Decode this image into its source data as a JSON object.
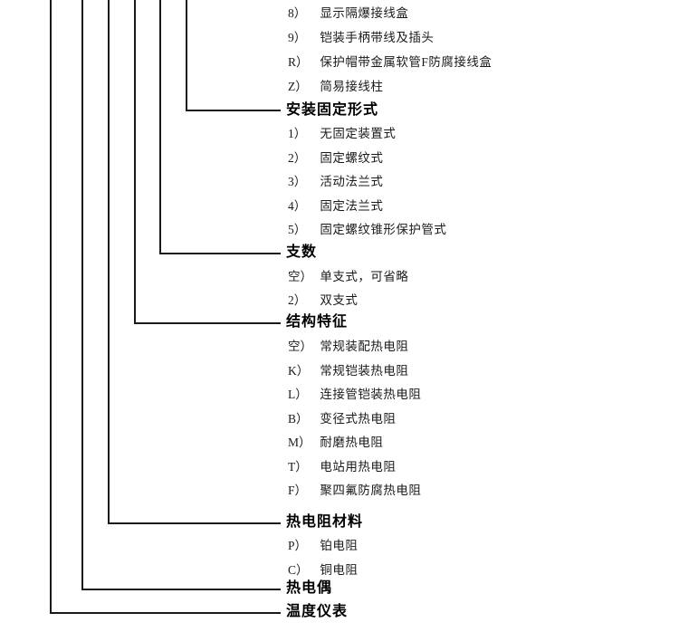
{
  "page": {
    "background_color": "#ffffff",
    "text_color": "#1a1a1a",
    "line_color": "#1a1a1a"
  },
  "sections": [
    {
      "heading": null,
      "items": [
        {
          "code": "8）",
          "label": "显示隔爆接线盒"
        },
        {
          "code": "9）",
          "label": "铠装手柄带线及插头"
        },
        {
          "code": "R）",
          "label": "保护帽带金属软管F防腐接线盒"
        },
        {
          "code": "Z）",
          "label": "简易接线柱"
        }
      ]
    },
    {
      "heading": "安装固定形式",
      "items": [
        {
          "code": "1）",
          "label": "无固定装置式"
        },
        {
          "code": "2）",
          "label": "固定螺纹式"
        },
        {
          "code": "3）",
          "label": "活动法兰式"
        },
        {
          "code": "4）",
          "label": "固定法兰式"
        },
        {
          "code": "5）",
          "label": "固定螺纹锥形保护管式"
        }
      ]
    },
    {
      "heading": "支数",
      "items": [
        {
          "code": "空）",
          "label": "单支式，可省略"
        },
        {
          "code": "2）",
          "label": "双支式"
        }
      ]
    },
    {
      "heading": "结构特征",
      "items": [
        {
          "code": "空）",
          "label": "常规装配热电阻"
        },
        {
          "code": "K）",
          "label": "常规铠装热电阻"
        },
        {
          "code": "L）",
          "label": "连接管铠装热电阻"
        },
        {
          "code": "B）",
          "label": "变径式热电阻"
        },
        {
          "code": "M）",
          "label": "耐磨热电阻"
        },
        {
          "code": "T）",
          "label": "电站用热电阻"
        },
        {
          "code": "F）",
          "label": "聚四氟防腐热电阻"
        }
      ]
    },
    {
      "heading": "热电阻材料",
      "items": [
        {
          "code": "P）",
          "label": "铂电阻"
        },
        {
          "code": "C）",
          "label": "铜电阻"
        }
      ]
    },
    {
      "heading": "热电偶",
      "items": []
    },
    {
      "heading": "温度仪表",
      "items": []
    }
  ]
}
